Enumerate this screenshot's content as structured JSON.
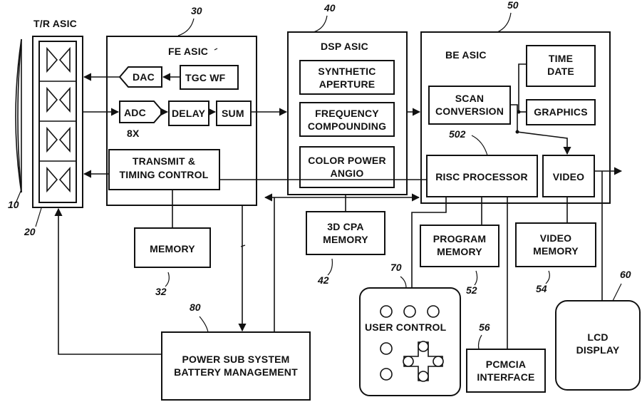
{
  "blocks": {
    "tr_asic": "T/R ASIC",
    "fe_asic": "FE ASIC",
    "dsp_asic": "DSP ASIC",
    "be_asic": "BE ASIC",
    "dac": "DAC",
    "tgc_wf": "TGC WF",
    "adc": "ADC",
    "adc_note": "8X",
    "delay": "DELAY",
    "sum": "SUM",
    "transmit_timing": [
      "TRANSMIT &",
      "TIMING CONTROL"
    ],
    "synthetic_aperture": [
      "SYNTHETIC",
      "APERTURE"
    ],
    "frequency_compounding": [
      "FREQUENCY",
      "COMPOUNDING"
    ],
    "color_power_angio": [
      "COLOR POWER",
      "ANGIO"
    ],
    "time_date": [
      "TIME",
      "DATE"
    ],
    "scan_conversion": [
      "SCAN",
      "CONVERSION"
    ],
    "graphics": "GRAPHICS",
    "risc_processor": "RISC PROCESSOR",
    "video": "VIDEO",
    "memory": "MEMORY",
    "cpa_memory": [
      "3D CPA",
      "MEMORY"
    ],
    "program_memory": [
      "PROGRAM",
      "MEMORY"
    ],
    "video_memory": [
      "VIDEO",
      "MEMORY"
    ],
    "user_control": "USER CONTROL",
    "pcmcia_interface": [
      "PCMCIA",
      "INTERFACE"
    ],
    "lcd_display": [
      "LCD",
      "DISPLAY"
    ],
    "power_sub": [
      "POWER SUB SYSTEM",
      "BATTERY MANAGEMENT"
    ]
  },
  "refs": {
    "r10": "10",
    "r20": "20",
    "r30": "30",
    "r32": "32",
    "r40": "40",
    "r42": "42",
    "r50": "50",
    "r502": "502",
    "r52": "52",
    "r54": "54",
    "r56": "56",
    "r60": "60",
    "r70": "70",
    "r80": "80"
  }
}
